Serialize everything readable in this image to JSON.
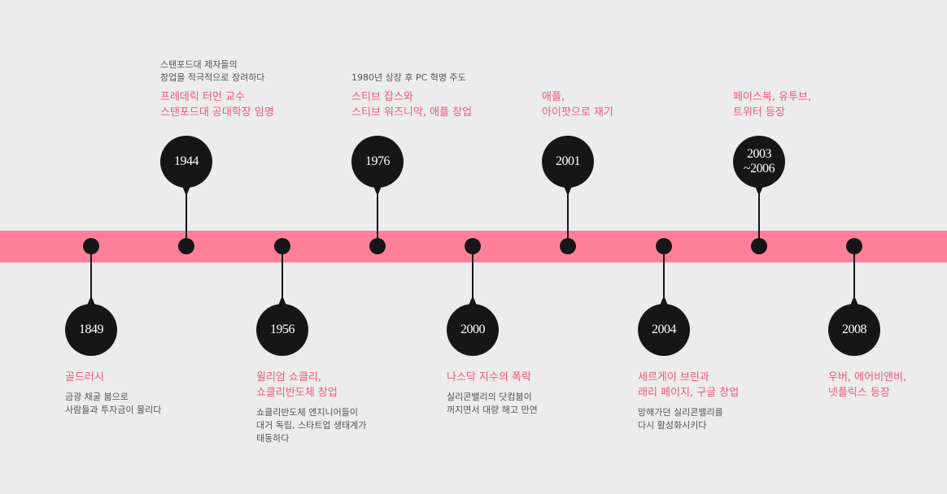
{
  "colors": {
    "band": "#ff7f98",
    "accent": "#f0587c",
    "node": "#161616",
    "background": "#ececec"
  },
  "events": [
    {
      "year": "1849",
      "title": "골드러시",
      "desc": "금광 채굴 붐으로\n사람들과 투자금이 몰리다"
    },
    {
      "year": "1944",
      "title": "프레데릭 터먼 교수\n스탠포드대 공대학장 임명",
      "desc": "스탠포드대 제자들의\n창업을 적극적으로 장려하다"
    },
    {
      "year": "1956",
      "title": "윌리엄 쇼클리,\n쇼클리반도체 창업",
      "desc": "쇼클리반도체 엔지니어들이\n대거 독립, 스타트업 생태계가\n태동하다"
    },
    {
      "year": "1976",
      "title": "스티브 잡스와\n스티브 워즈니악, 애플 창업",
      "desc": "1980년 상장 후 PC 혁명 주도"
    },
    {
      "year": "2000",
      "title": "나스닥 지수의 폭락",
      "desc": "실리콘밸리의 닷컴붐이\n꺼지면서 대량 해고 만연"
    },
    {
      "year": "2001",
      "title": "애플,\n아이팟으로 재기",
      "desc": ""
    },
    {
      "year": "2004",
      "title": "세르게이 브린과\n래리 페이지, 구글 창업",
      "desc": "망해가던 실리콘밸리를\n다시 활성화시키다"
    },
    {
      "year": "2003\n~2006",
      "title": "페이스북, 유투브,\n트위터 등장",
      "desc": ""
    },
    {
      "year": "2008",
      "title": "우버, 에어비앤비,\n넷플릭스 등장",
      "desc": ""
    }
  ]
}
